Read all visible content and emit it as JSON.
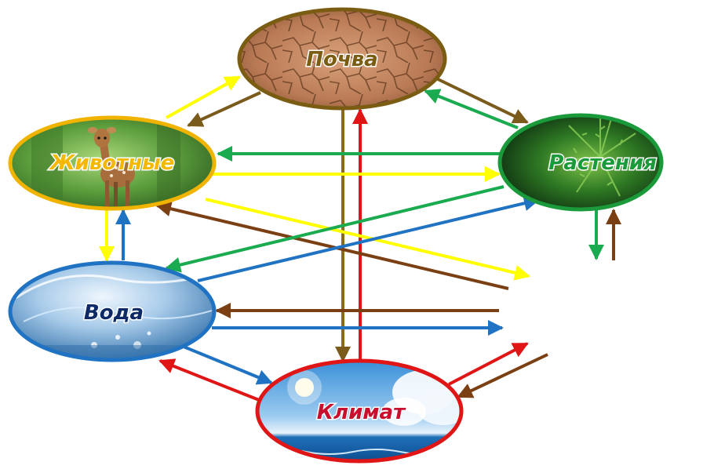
{
  "nodes": {
    "soil": {
      "label": "Почва",
      "color": "#7a5c12",
      "border": "#7a5c12"
    },
    "animals": {
      "label": "Животные",
      "color": "#f5b800",
      "border": "#f0b400"
    },
    "plants": {
      "label": "Растения",
      "color": "#1a9a3a",
      "border": "#1a9a3a"
    },
    "water": {
      "label": "Вода",
      "color": "#0d2a66",
      "border": "#1f73c2"
    },
    "climate": {
      "label": "Климат",
      "color": "#c8102e",
      "border": "#e01515"
    }
  },
  "arrow_colors": {
    "yellow": "#ffff00",
    "brown": "#7b5b1c",
    "darkbrown": "#7a3f12",
    "green": "#1aaa50",
    "blue": "#1f73c2",
    "red": "#e01515"
  }
}
